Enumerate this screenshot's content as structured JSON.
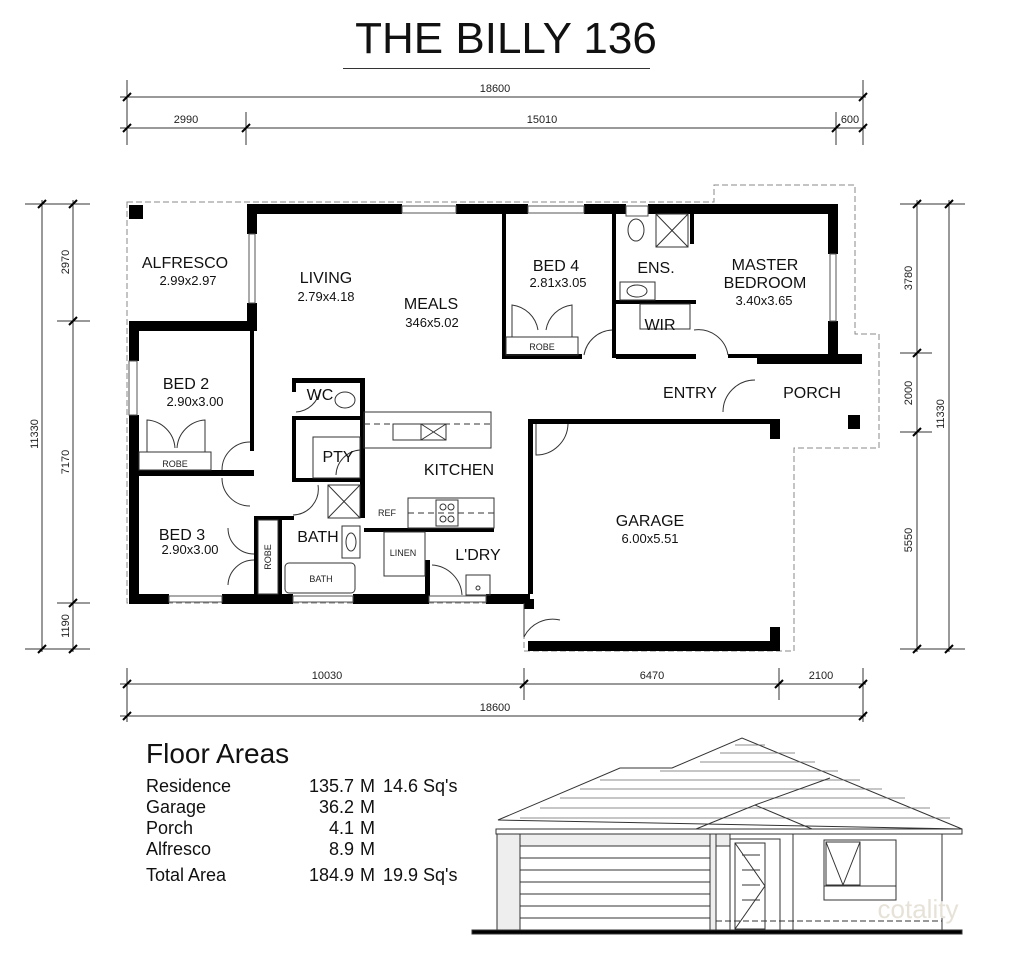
{
  "title": "THE BILLY 136",
  "dimensions": {
    "top_overall": "18600",
    "top_segments": [
      "2990",
      "15010",
      "600"
    ],
    "bottom_segments": [
      "10030",
      "6470",
      "2100"
    ],
    "bottom_overall": "18600",
    "left_overall": "11330",
    "left_segments": [
      "2970",
      "7170",
      "1190"
    ],
    "right_segments": [
      "3780",
      "2000",
      "5550"
    ],
    "right_overall": "11330"
  },
  "rooms": {
    "alfresco": {
      "name": "ALFRESCO",
      "size": "2.99x2.97"
    },
    "living": {
      "name": "LIVING",
      "size": "2.79x4.18"
    },
    "meals": {
      "name": "MEALS",
      "size": "346x5.02"
    },
    "bed4": {
      "name": "BED 4",
      "size": "2.81x3.05"
    },
    "ens": {
      "name": "ENS."
    },
    "master": {
      "name_line1": "MASTER",
      "name_line2": "BEDROOM",
      "size": "3.40x3.65"
    },
    "wir": {
      "name": "WIR"
    },
    "entry": {
      "name": "ENTRY"
    },
    "porch": {
      "name": "PORCH"
    },
    "bed2": {
      "name": "BED 2",
      "size": "2.90x3.00"
    },
    "wc": {
      "name": "WC"
    },
    "pty": {
      "name": "PTY"
    },
    "kitchen": {
      "name": "KITCHEN"
    },
    "ref": {
      "name": "REF"
    },
    "garage": {
      "name": "GARAGE",
      "size": "6.00x5.51"
    },
    "bed3": {
      "name": "BED 3",
      "size": "2.90x3.00"
    },
    "bath": {
      "name": "BATH"
    },
    "bathtub": {
      "name": "BATH"
    },
    "linen": {
      "name": "LINEN"
    },
    "ldry": {
      "name": "L'DRY"
    },
    "robe_bed4": {
      "name": "ROBE"
    },
    "robe_bed2": {
      "name": "ROBE"
    },
    "robe_bed3": {
      "name": "ROBE"
    }
  },
  "floor_areas": {
    "heading": "Floor Areas",
    "rows": [
      {
        "label": "Residence",
        "value": "135.7",
        "unit": "M",
        "squares": "14.6 Sq's"
      },
      {
        "label": "Garage",
        "value": "36.2",
        "unit": "M",
        "squares": ""
      },
      {
        "label": "Porch",
        "value": "4.1",
        "unit": "M",
        "squares": ""
      },
      {
        "label": "Alfresco",
        "value": "8.9",
        "unit": "M",
        "squares": ""
      },
      {
        "label": "Total Area",
        "value": "184.9",
        "unit": "M",
        "squares": "19.9 Sq's"
      }
    ]
  },
  "watermark": "cotality"
}
